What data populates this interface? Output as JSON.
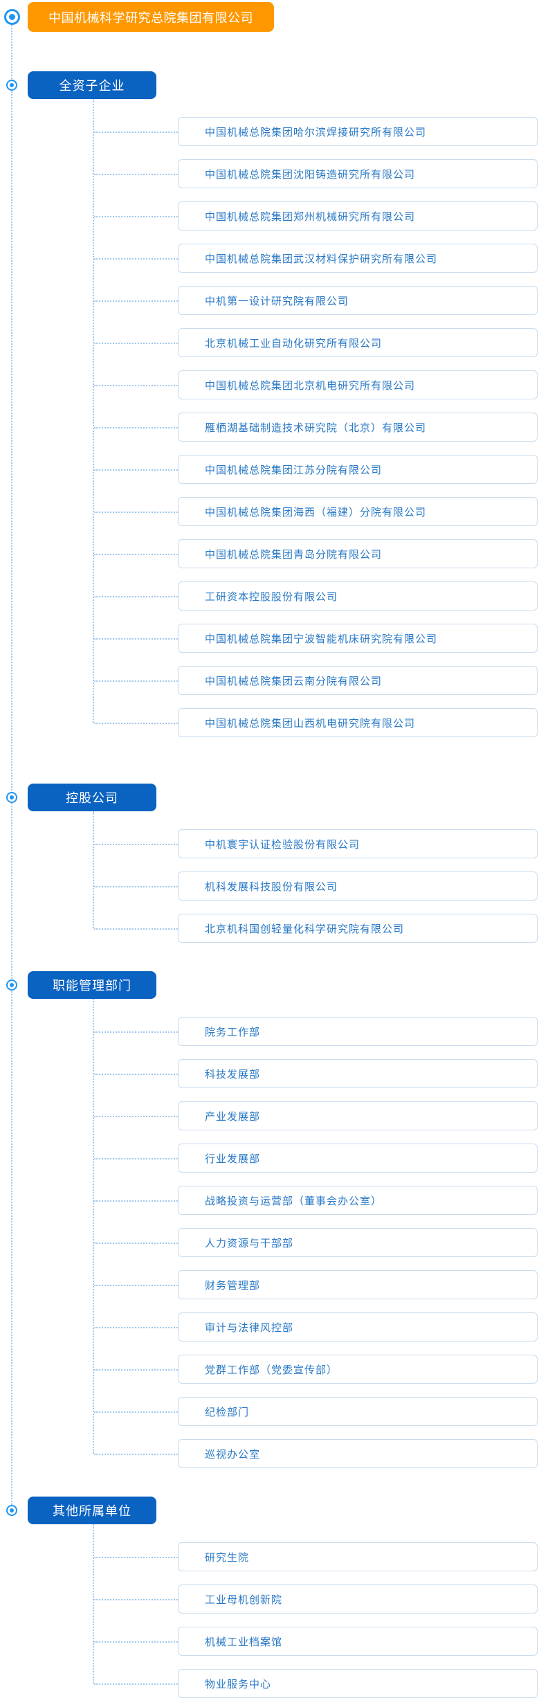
{
  "root": {
    "label": "中国机械科学研究总院集团有限公司"
  },
  "sections": [
    {
      "label": "全资子企业",
      "items": [
        "中国机械总院集团哈尔滨焊接研究所有限公司",
        "中国机械总院集团沈阳铸造研究所有限公司",
        "中国机械总院集团郑州机械研究所有限公司",
        "中国机械总院集团武汉材料保护研究所有限公司",
        "中机第一设计研究院有限公司",
        "北京机械工业自动化研究所有限公司",
        "中国机械总院集团北京机电研究所有限公司",
        "雁栖湖基础制造技术研究院（北京）有限公司",
        "中国机械总院集团江苏分院有限公司",
        "中国机械总院集团海西（福建）分院有限公司",
        "中国机械总院集团青岛分院有限公司",
        "工研资本控股股份有限公司",
        "中国机械总院集团宁波智能机床研究院有限公司",
        "中国机械总院集团云南分院有限公司",
        "中国机械总院集团山西机电研究院有限公司"
      ]
    },
    {
      "label": "控股公司",
      "items": [
        "中机寰宇认证检验股份有限公司",
        "机科发展科技股份有限公司",
        "北京机科国创轻量化科学研究院有限公司"
      ]
    },
    {
      "label": "职能管理部门",
      "items": [
        "院务工作部",
        "科技发展部",
        "产业发展部",
        "行业发展部",
        "战略投资与运营部（董事会办公室）",
        "人力资源与干部部",
        "财务管理部",
        "审计与法律风控部",
        "党群工作部（党委宣传部）",
        "纪检部门",
        "巡视办公室"
      ]
    },
    {
      "label": "其他所属单位",
      "items": [
        "研究生院",
        "工业母机创新院",
        "机械工业档案馆",
        "物业服务中心"
      ]
    }
  ],
  "colors": {
    "root_bg": "#FF9800",
    "section_bg": "#0a62c1",
    "bullet": "#2196F3",
    "connector": "#a0c8ee",
    "item_border": "#c9dcee",
    "item_text": "#2878c5"
  }
}
